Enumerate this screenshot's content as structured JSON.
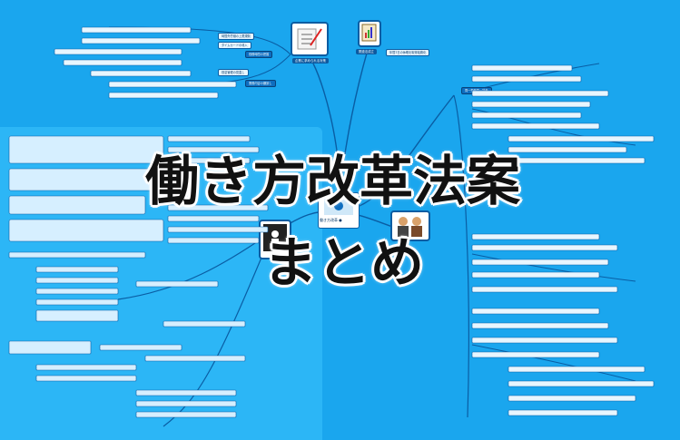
{
  "title": {
    "line1": "働き方改革法案",
    "line2": "まとめ"
  },
  "center_node": {
    "label": "働き方改革 ●"
  },
  "branches": {
    "ta_plans": "企業に求められる対策",
    "related": "関連法成立",
    "related_detail": "年間7日の休暇を取得義務化",
    "ta_items": [
      "時間外労働の上限規制",
      "タイムカードの導入",
      "勤怠管理の見直し"
    ],
    "left_top_a": "勤務時間の把握",
    "left_top_b": "業務内容の棚卸し",
    "right_top": "同一労働同一賃金"
  },
  "colors": {
    "background": "#1aa6ee",
    "panel": "#2cb6f6",
    "node_dark": "#0e6ec0",
    "title_text": "#111111",
    "title_outline": "#ffffff"
  }
}
